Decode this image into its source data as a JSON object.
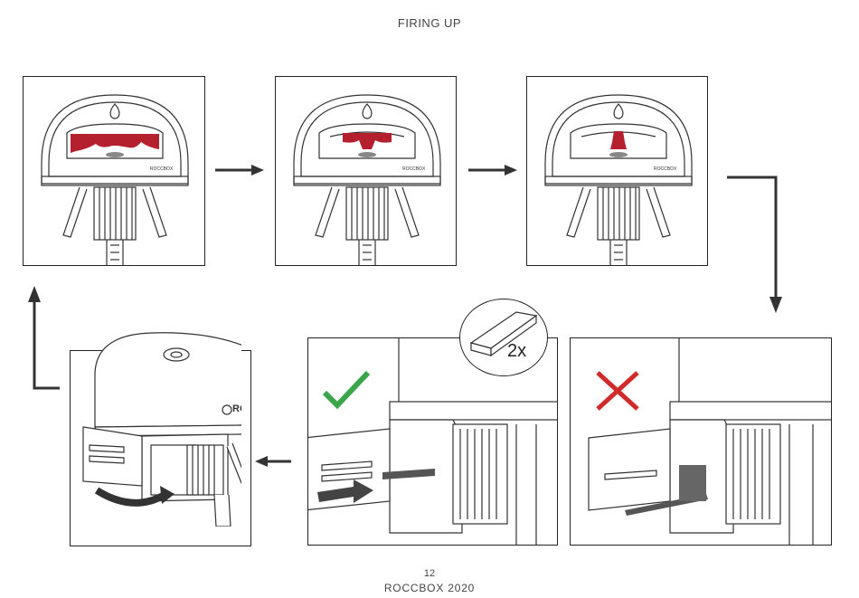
{
  "page": {
    "title": "FIRING UP",
    "page_number": "12",
    "brand_year": "ROCCBOX 2020"
  },
  "panels": {
    "bottom_left": {
      "oven_logo": "ROCCBOX"
    },
    "bottom_middle": {
      "inset_label": "2x",
      "status": "correct",
      "status_icon": "check-icon"
    },
    "bottom_right": {
      "status": "incorrect",
      "status_icon": "cross-icon"
    }
  },
  "colors": {
    "flame": "#b5202e",
    "check": "#3aa54a",
    "cross": "#d02a2a",
    "line": "#222222"
  }
}
